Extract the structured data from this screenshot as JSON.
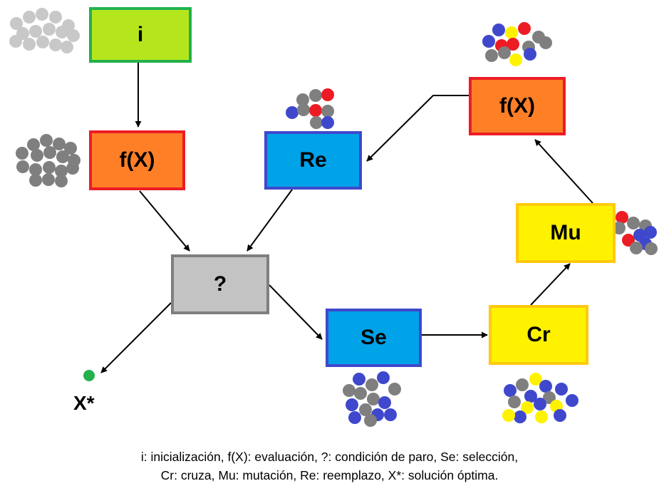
{
  "nodes": {
    "init": {
      "label": "i",
      "fill": "#b5e61d",
      "border": "#22b14c"
    },
    "eval1": {
      "label": "f(X)",
      "fill": "#ff7f27",
      "border": "#ed1c24"
    },
    "stop": {
      "label": "?",
      "fill": "#c3c3c3",
      "border": "#7f7f7f"
    },
    "replace": {
      "label": "Re",
      "fill": "#00a2e8",
      "border": "#3f48cc"
    },
    "select": {
      "label": "Se",
      "fill": "#00a2e8",
      "border": "#3f48cc"
    },
    "cross": {
      "label": "Cr",
      "fill": "#fff200",
      "border": "#ffc90e"
    },
    "mutate": {
      "label": "Mu",
      "fill": "#fff200",
      "border": "#ffc90e"
    },
    "eval2": {
      "label": "f(X)",
      "fill": "#ff7f27",
      "border": "#ed1c24"
    }
  },
  "optimum_label": "X*",
  "legend": {
    "line1": "i: inicialización, f(X): evaluación, ?: condición de paro, Se: selección,",
    "line2": "Cr: cruza, Mu: mutación, Re: reemplazo, X*: solución óptima."
  },
  "colors": {
    "light_gray": "#c8c8c8",
    "gray": "#7f7f7f",
    "red": "#ed1c24",
    "blue": "#3f48cc",
    "yellow": "#fff200",
    "green": "#22b14c"
  }
}
